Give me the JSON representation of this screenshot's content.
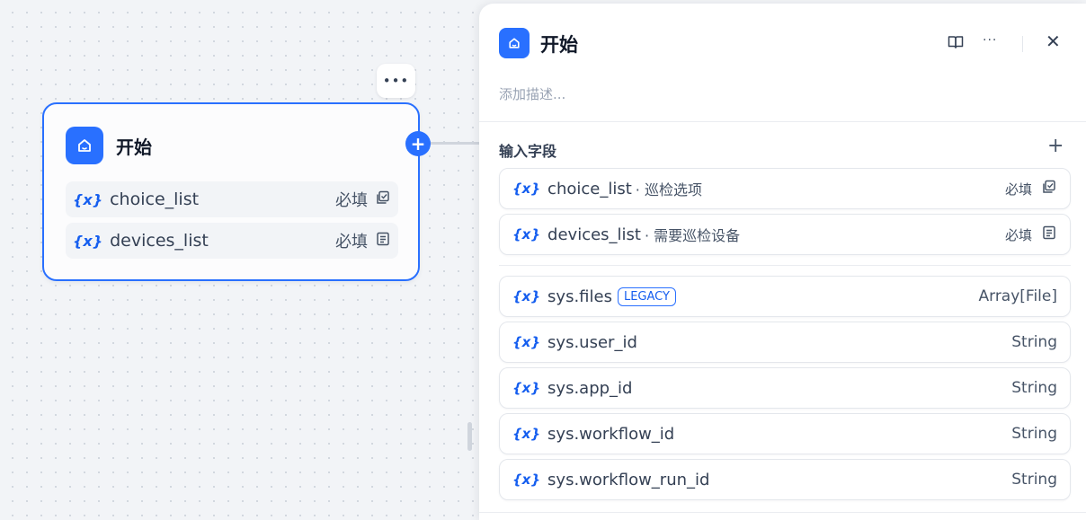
{
  "node": {
    "title": "开始",
    "more_label": "•••",
    "variables": [
      {
        "name": "choice_list",
        "required": "必填"
      },
      {
        "name": "devices_list",
        "required": "必填"
      }
    ]
  },
  "panel": {
    "title": "开始",
    "description_placeholder": "添加描述...",
    "section_label": "输入字段",
    "more_label": "···",
    "fields": [
      {
        "name": "choice_list",
        "sub": "· 巡检选项",
        "required": "必填"
      },
      {
        "name": "devices_list",
        "sub": "· 需要巡检设备",
        "required": "必填"
      }
    ],
    "system_vars": [
      {
        "name": "sys.files",
        "badge": "LEGACY",
        "type": "Array[File]"
      },
      {
        "name": "sys.user_id",
        "type": "String"
      },
      {
        "name": "sys.app_id",
        "type": "String"
      },
      {
        "name": "sys.workflow_id",
        "type": "String"
      },
      {
        "name": "sys.workflow_run_id",
        "type": "String"
      }
    ]
  },
  "var_prefix": "{x}",
  "colors": {
    "accent": "#2970ff",
    "var_blue": "#155eef"
  }
}
